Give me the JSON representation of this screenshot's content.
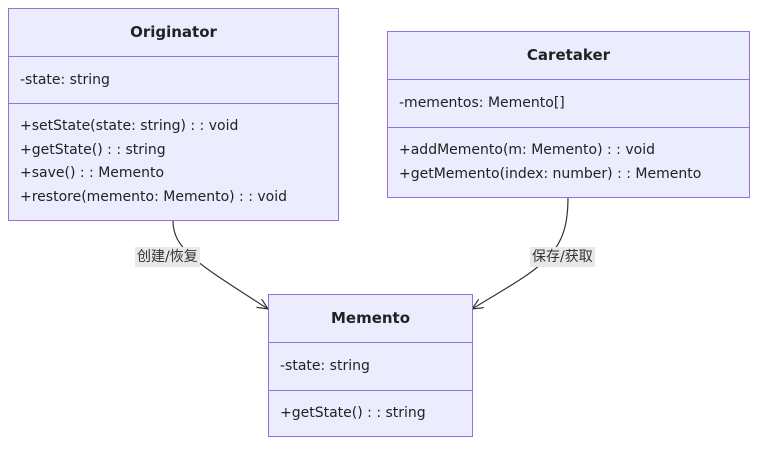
{
  "classes": {
    "originator": {
      "name": "Originator",
      "attributes": [
        "-state: string"
      ],
      "methods": [
        "+setState(state: string) : : void",
        "+getState() : : string",
        "+save() : : Memento",
        "+restore(memento: Memento) : : void"
      ]
    },
    "caretaker": {
      "name": "Caretaker",
      "attributes": [
        "-mementos: Memento[]"
      ],
      "methods": [
        "+addMemento(m: Memento) : : void",
        "+getMemento(index: number) : : Memento"
      ]
    },
    "memento": {
      "name": "Memento",
      "attributes": [
        "-state: string"
      ],
      "methods": [
        "+getState() : : string"
      ]
    }
  },
  "relations": {
    "originator_to_memento": "创建/恢复",
    "caretaker_to_memento": "保存/获取"
  },
  "colors": {
    "box_fill": "#ECECFF",
    "box_border": "#9370DB",
    "edge": "#333333",
    "label_bg": "#E8E8E8"
  }
}
